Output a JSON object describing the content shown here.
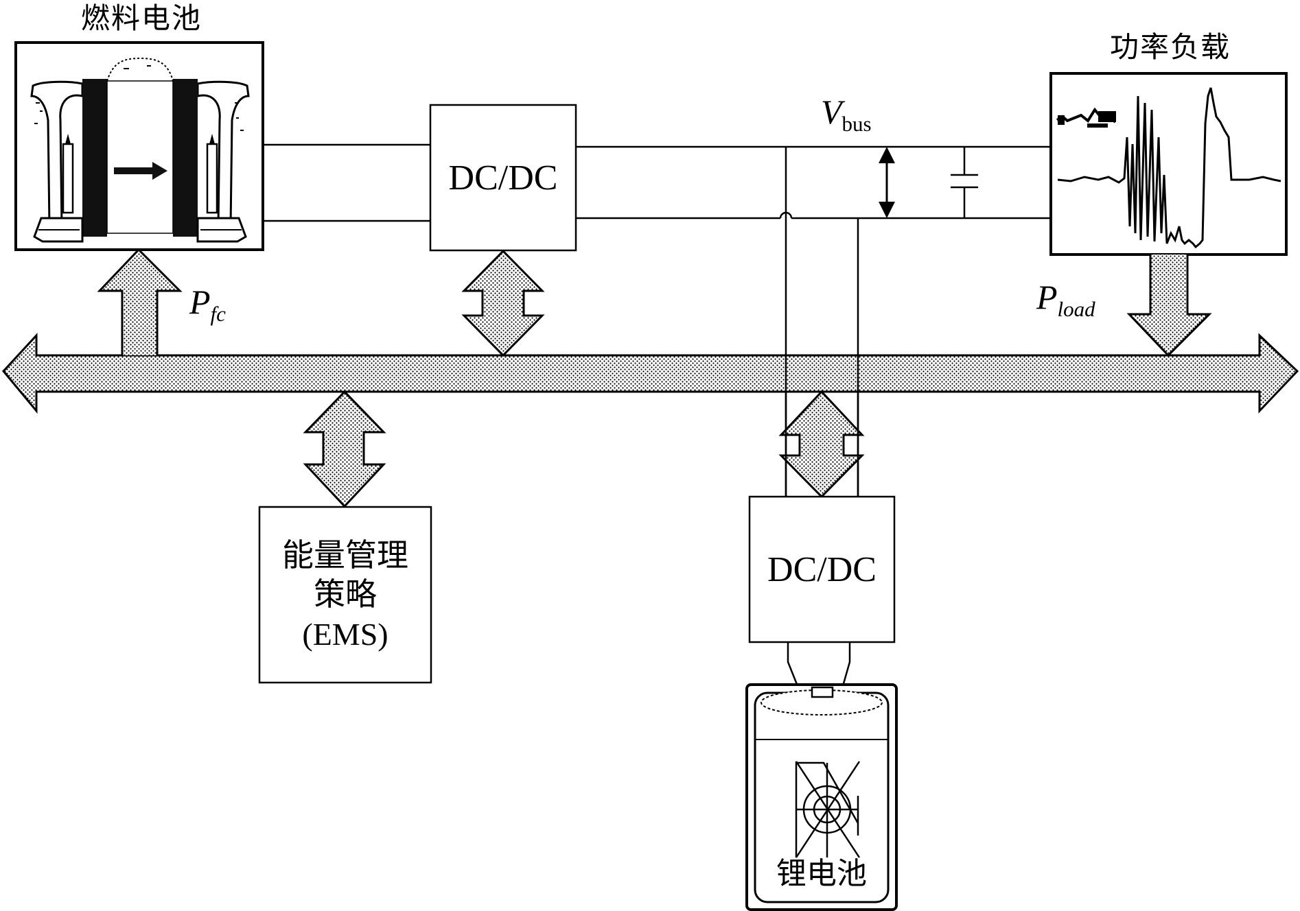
{
  "components": {
    "fuel_cell": {
      "label": "燃料电池"
    },
    "power_load": {
      "label": "功率负载"
    },
    "dcdc_top": {
      "label": "DC/DC"
    },
    "dcdc_bottom": {
      "label": "DC/DC"
    },
    "ems": {
      "lines": [
        "能量管理",
        "策略",
        "(EMS)"
      ]
    },
    "lithium_battery": {
      "label": "锂电池"
    }
  },
  "signals": {
    "v_bus": {
      "symbol": "V",
      "subscript": "bus"
    },
    "p_fc": {
      "symbol": "P",
      "subscript": "fc"
    },
    "p_load": {
      "symbol": "P",
      "subscript": "load"
    }
  }
}
